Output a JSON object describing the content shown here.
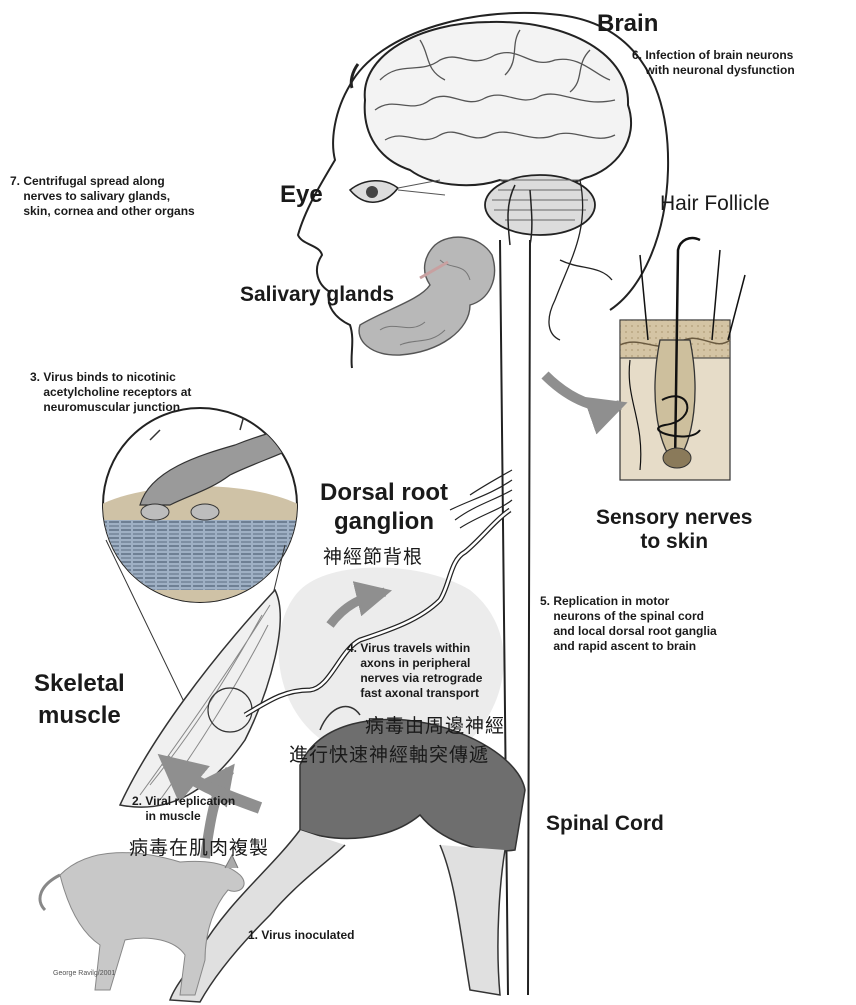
{
  "labels": {
    "brain": "Brain",
    "eye": "Eye",
    "hair_follicle": "Hair Follicle",
    "salivary_glands": "Salivary glands",
    "dorsal_root_ganglion": "Dorsal root\nganglion",
    "dorsal_root_ganglion_cn": "神經節背根",
    "sensory_nerves": "Sensory nerves\nto skin",
    "skeletal_muscle": "Skeletal\nmuscle",
    "spinal_cord": "Spinal Cord"
  },
  "steps": {
    "s1": "1. Virus inoculated",
    "s2": "2. Viral replication\n    in muscle",
    "s2_cn": "病毒在肌肉複製",
    "s3": "3. Virus binds to nicotinic\n    acetylcholine receptors at\n    neuromuscular junction",
    "s4": "4. Virus travels within\n    axons in peripheral\n    nerves via retrograde\n    fast axonal transport",
    "s4_cn1": "病毒由周邊神經",
    "s4_cn2": "進行快速神經軸突傳遞",
    "s5": "5. Replication in motor\n    neurons of the spinal cord\n    and local dorsal root ganglia\n    and rapid ascent to brain",
    "s6": "6. Infection of brain neurons\n    with neuronal dysfunction",
    "s7": "7. Centrifugal spread along\n    nerves to salivary glands,\n    skin, cornea and other organs"
  },
  "colors": {
    "line": "#222222",
    "arrow_gray": "#8f8f8f",
    "shadow_gray": "#d9d9d9",
    "skin_tan": "#d9c7a7",
    "shorts": "#6e6e6e"
  },
  "signature": "George Ravilg/2001"
}
